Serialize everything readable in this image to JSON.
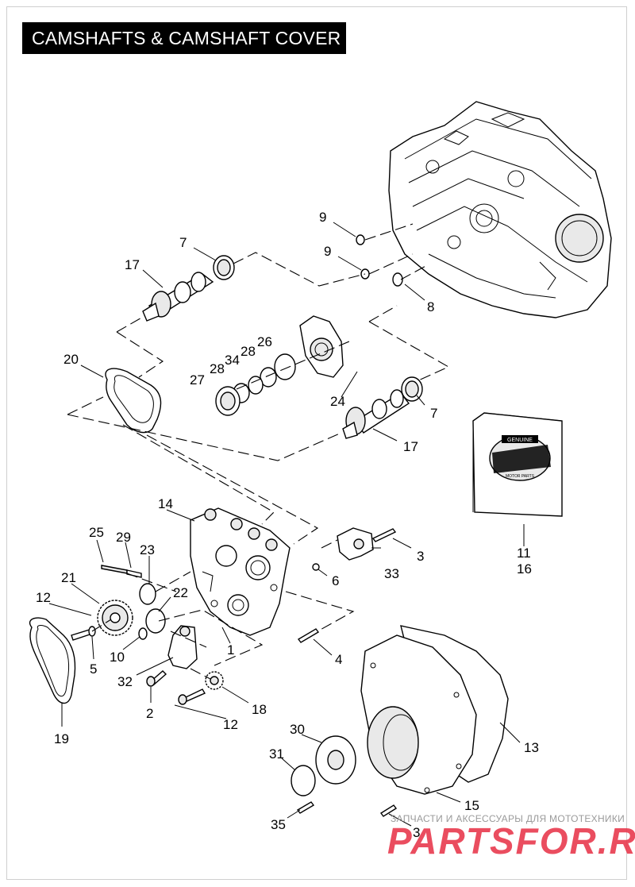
{
  "title": "CAMSHAFTS & CAMSHAFT COVER",
  "badge": {
    "line1": "GENUINE",
    "line2": "MOTOR PARTS"
  },
  "watermark": {
    "line1": "ЗАПЧАСТИ И АКСЕССУАРЫ ДЛЯ МОТОТЕХНИКИ",
    "line2": "PARTSFOR.RU"
  },
  "callouts": [
    {
      "id": "c9a",
      "label": "9"
    },
    {
      "id": "c9b",
      "label": "9"
    },
    {
      "id": "c8",
      "label": "8"
    },
    {
      "id": "c7a",
      "label": "7"
    },
    {
      "id": "c17a",
      "label": "17"
    },
    {
      "id": "c20",
      "label": "20"
    },
    {
      "id": "c26",
      "label": "26"
    },
    {
      "id": "c28a",
      "label": "28"
    },
    {
      "id": "c34",
      "label": "34"
    },
    {
      "id": "c28b",
      "label": "28"
    },
    {
      "id": "c27",
      "label": "27"
    },
    {
      "id": "c24",
      "label": "24"
    },
    {
      "id": "c7b",
      "label": "7"
    },
    {
      "id": "c17b",
      "label": "17"
    },
    {
      "id": "c14",
      "label": "14"
    },
    {
      "id": "c25",
      "label": "25"
    },
    {
      "id": "c29",
      "label": "29"
    },
    {
      "id": "c23",
      "label": "23"
    },
    {
      "id": "c3a",
      "label": "3"
    },
    {
      "id": "c21",
      "label": "21"
    },
    {
      "id": "c33",
      "label": "33"
    },
    {
      "id": "c6",
      "label": "6"
    },
    {
      "id": "c12a",
      "label": "12"
    },
    {
      "id": "c22",
      "label": "22"
    },
    {
      "id": "c11",
      "label": "11"
    },
    {
      "id": "c16",
      "label": "16"
    },
    {
      "id": "c10",
      "label": "10"
    },
    {
      "id": "c1",
      "label": "1"
    },
    {
      "id": "c5",
      "label": "5"
    },
    {
      "id": "c4",
      "label": "4"
    },
    {
      "id": "c32",
      "label": "32"
    },
    {
      "id": "c2",
      "label": "2"
    },
    {
      "id": "c18",
      "label": "18"
    },
    {
      "id": "c12b",
      "label": "12"
    },
    {
      "id": "c19",
      "label": "19"
    },
    {
      "id": "c30",
      "label": "30"
    },
    {
      "id": "c13",
      "label": "13"
    },
    {
      "id": "c31",
      "label": "31"
    },
    {
      "id": "c15",
      "label": "15"
    },
    {
      "id": "c35",
      "label": "35"
    },
    {
      "id": "c3b",
      "label": "3"
    }
  ]
}
